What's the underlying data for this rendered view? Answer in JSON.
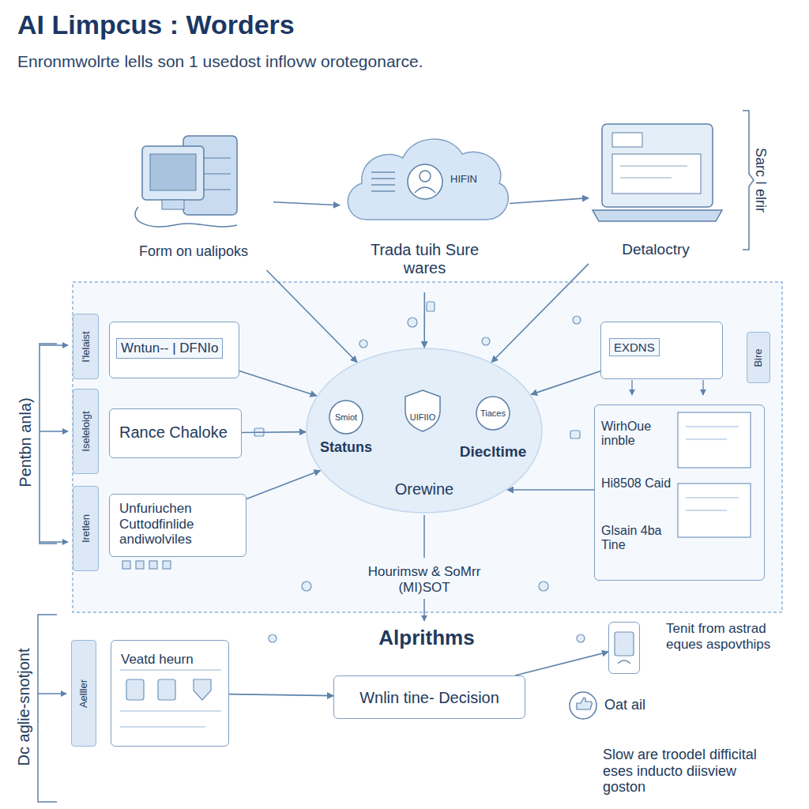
{
  "diagram": {
    "title": "AI Limpcus : Worders",
    "caption": "Enronmwolrte lells son 1 usedost inflovw orotegonarce.",
    "nodes": [
      {
        "text": [
          "Form on ualipoks"
        ]
      },
      {
        "text": [
          "HIFIN",
          "Trada tuih Sure wares"
        ]
      },
      {
        "text": [
          "Detaloctry"
        ]
      },
      {
        "text": [
          "I'lelaist"
        ]
      },
      {
        "text": [
          "Wntun-- | DFNIo"
        ]
      },
      {
        "text": [
          "Orewine"
        ]
      },
      {
        "text": [
          "Smiot",
          "Statuns"
        ],
        "in": 5
      },
      {
        "text": [
          "UIFIIO"
        ],
        "in": 5
      },
      {
        "text": [
          "Tiaces",
          "Diecltime"
        ],
        "in": 5
      },
      {
        "text": [
          "EXDNS"
        ]
      },
      {
        "text": [
          "Bire"
        ]
      },
      {
        "text": [
          "Iseleloigt"
        ]
      },
      {
        "text": [
          "Rance Chaloke"
        ]
      },
      {
        "text": [
          "WirhOue innble",
          "Hi8508 Caid",
          "Glsain 4ba Tine"
        ]
      },
      {
        "text": [
          "Iretlen"
        ]
      },
      {
        "text": [
          "Unfuriuchen Cuttodfinlide andiwolviles"
        ]
      },
      {
        "text": [
          "Aelller"
        ]
      },
      {
        "text": [
          "Veatd heurn"
        ]
      },
      {
        "text": [
          "Wnlin tine- Decision"
        ]
      },
      {
        "text": [
          "Tenit from astrad eques aspovthips"
        ]
      },
      {
        "text": [
          "Oat ail"
        ]
      }
    ],
    "edges": [
      {
        "from": 0,
        "to": 1,
        "arrow": "to"
      },
      {
        "from": 1,
        "to": 2,
        "arrow": "to"
      },
      {
        "from": 1,
        "to": 5,
        "arrow": "to"
      },
      {
        "from": 0,
        "to": 5,
        "arrow": "to"
      },
      {
        "from": 2,
        "to": 5,
        "arrow": "to"
      },
      {
        "from": 4,
        "to": 5,
        "arrow": "to"
      },
      {
        "from": 12,
        "to": 5,
        "arrow": "to"
      },
      {
        "from": 15,
        "to": 5,
        "arrow": "to"
      },
      {
        "from": 9,
        "to": 5,
        "arrow": "to"
      },
      {
        "from": 13,
        "to": 5,
        "arrow": "to"
      },
      {
        "from": 17,
        "to": 18,
        "arrow": "to"
      },
      {
        "from": 18,
        "to": 19,
        "arrow": "to"
      }
    ],
    "labels": [
      "Sarc I elrir",
      "Pentbn anla)",
      "Hourimsw & SoMrr (MI)SOT",
      "Alprithms",
      "Dc aglie-snotjont",
      "Slow are troodel difficital eses inducto diisview goston"
    ]
  }
}
